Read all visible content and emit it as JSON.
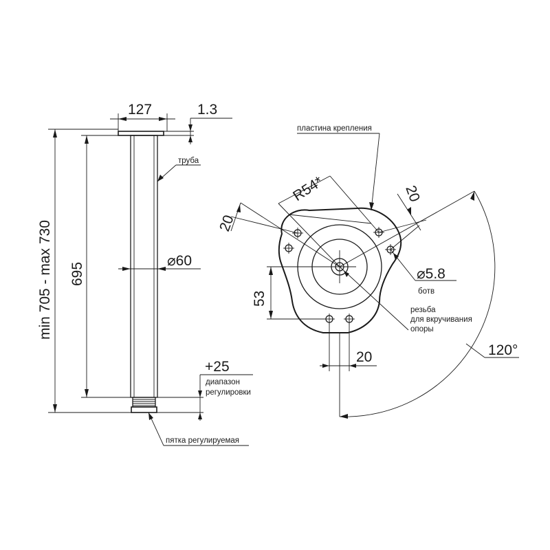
{
  "side_view": {
    "total_height": "min 705 - max 730",
    "tube_length": "695",
    "plate_width": "127",
    "plate_thickness": "1.3",
    "tube_diameter": "⌀60",
    "tube_label": "труба",
    "adjust_value": "+25",
    "adjust_label_line1": "диапазон",
    "adjust_label_line2": "регулировки",
    "foot_label": "пятка регулируемая"
  },
  "top_view": {
    "plate_label": "пластина крепления",
    "radius": "R54*",
    "hole_offset_left": "20",
    "hole_offset_right": "20",
    "hole_offset_bottom": "20",
    "hole_height": "53",
    "hole_diameter": "⌀5.8",
    "hole_type": "ботв",
    "thread_line1": "резьба",
    "thread_line2": "для вкручивания",
    "thread_line3": "опоры",
    "angle": "120°"
  }
}
